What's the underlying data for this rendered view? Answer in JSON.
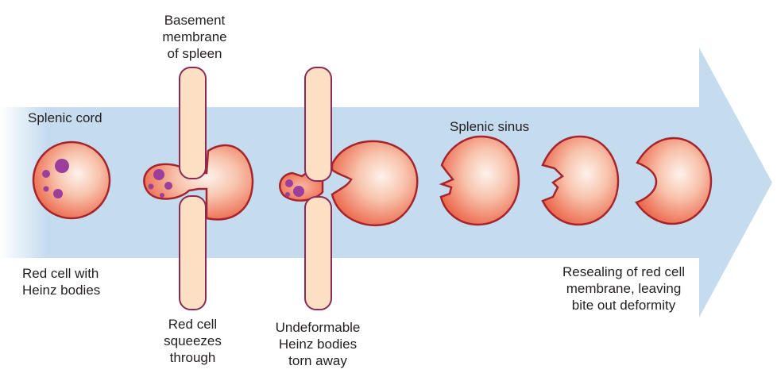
{
  "labels": {
    "basement_membrane": "Basement\nmembrane\nof spleen",
    "splenic_cord": "Splenic cord",
    "splenic_sinus": "Splenic sinus",
    "red_cell_heinz": "Red cell with\nHeinz bodies",
    "squeezes_through": "Red cell\nsqueezes\nthrough",
    "heinz_torn_away": "Undeformable\nHeinz bodies\ntorn away",
    "resealing": "Resealing of red cell\nmembrane, leaving\nbite out deformity"
  },
  "colors": {
    "arrow": "#c5dcef",
    "cell_outline": "#a6252d",
    "cell_fill_light": "#fce7df",
    "cell_fill_dark": "#ee7054",
    "heinz_body": "#9c3e9c",
    "membrane_fill": "#fde0c4",
    "membrane_outline": "#8a2a56"
  },
  "icons": [
    "red-cell-icon",
    "heinz-body-icon",
    "basement-membrane-icon",
    "flow-arrow-icon"
  ]
}
